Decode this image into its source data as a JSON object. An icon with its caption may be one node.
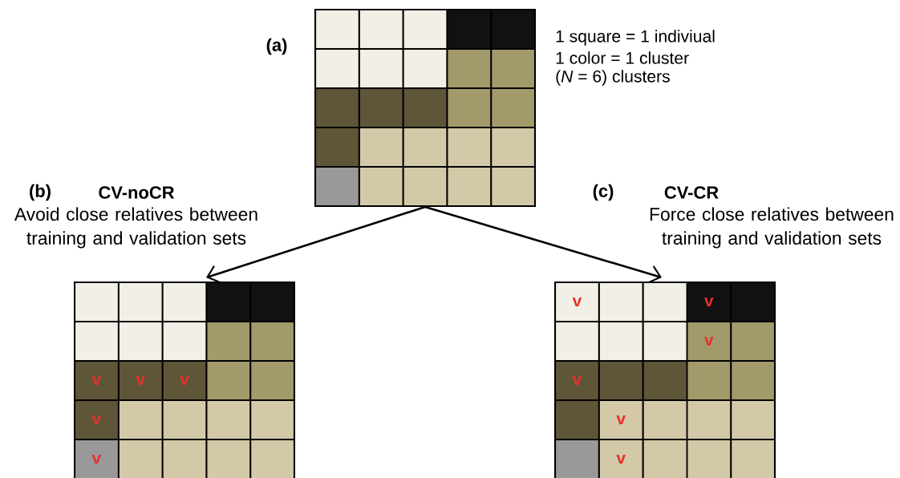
{
  "diagram": {
    "nodes": [
      {
        "text": [
          "(a)"
        ],
        "beside": [
          "1 square = 1 indiviual",
          "1 color = 1 cluster",
          "(*N* = 6) clusters"
        ]
      },
      {
        "text": [
          "(b)",
          "CV-noCR",
          "Avoid close relatives between training and validation sets"
        ]
      },
      {
        "text": [
          "(c)",
          "CV-CR",
          "Force close relatives between training and validation sets"
        ]
      }
    ],
    "edges": [
      {
        "from": 0,
        "to": 1,
        "arrow": "to"
      },
      {
        "from": 0,
        "to": 2,
        "arrow": "to"
      }
    ],
    "labels": [
      "v",
      "v",
      "v",
      "v",
      "v",
      "v",
      "v",
      "v",
      "v",
      "v",
      "v"
    ]
  }
}
